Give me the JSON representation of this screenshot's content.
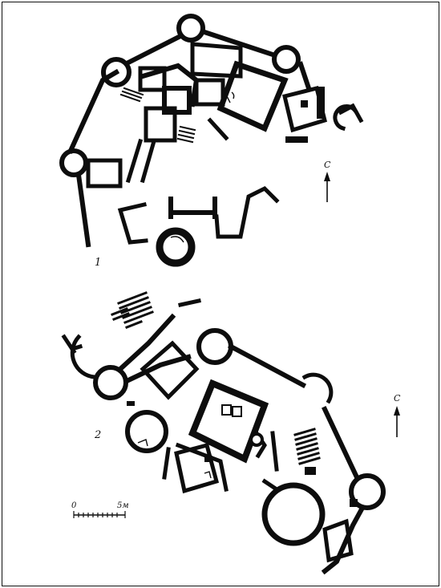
{
  "plans": [
    {
      "label": "1"
    },
    {
      "label": "2"
    }
  ],
  "north_arrow_label": "С",
  "scale_bar": {
    "start_label": "0",
    "end_label": "5м"
  },
  "colors": {
    "ink": "#0d0d0d",
    "paper": "#ffffff"
  }
}
